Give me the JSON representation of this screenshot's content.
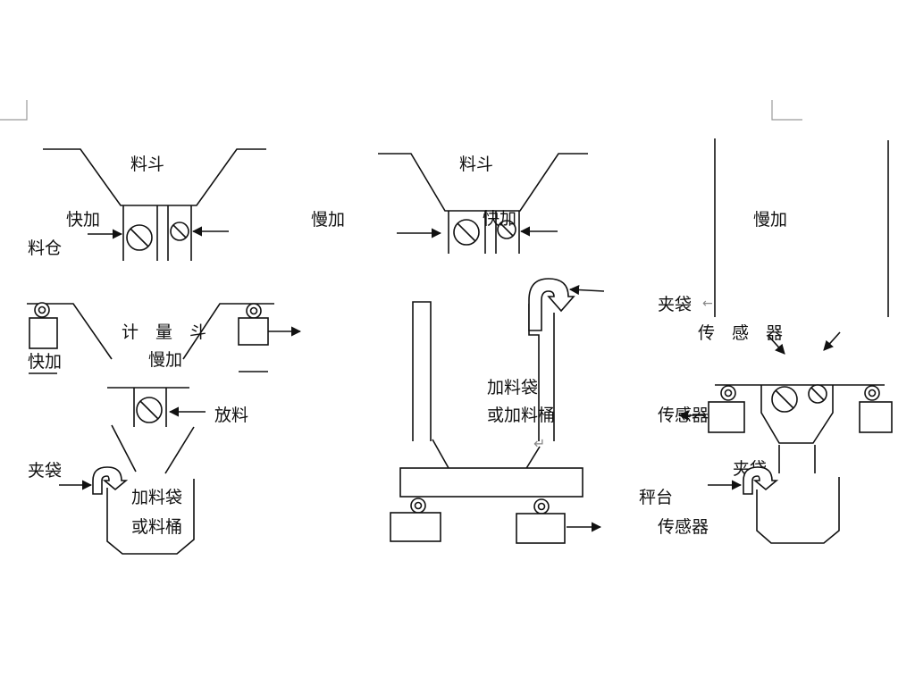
{
  "panel1": {
    "hopper_label": "料斗",
    "fast_feed_label": "快加",
    "silo_label": "料仓",
    "weigh_hopper_label": "计　量　斗",
    "fast_label": "快加",
    "slow_label": "慢加",
    "discharge_label": "放料",
    "bag_clamp_label": "夹袋",
    "container_label_1": "加料袋",
    "container_label_2": "或料桶"
  },
  "panel2": {
    "hopper_label": "料斗",
    "slow_feed_label": "慢加",
    "fast_feed_label": "快加",
    "container_label_1": "加料袋",
    "container_label_2": "或加料桶"
  },
  "panel3": {
    "slow_feed_label": "慢加",
    "bag_clamp_label": "夹袋",
    "sensor_label_top": "传　感　器",
    "sensor_label_left": "传感器",
    "bag_clamp_label_2": "夹袋",
    "platform_label": "秤台",
    "sensor_label_bottom": "传感器"
  },
  "marks": {
    "return_symbol": "↵",
    "left_arrow_symbol": "←"
  }
}
